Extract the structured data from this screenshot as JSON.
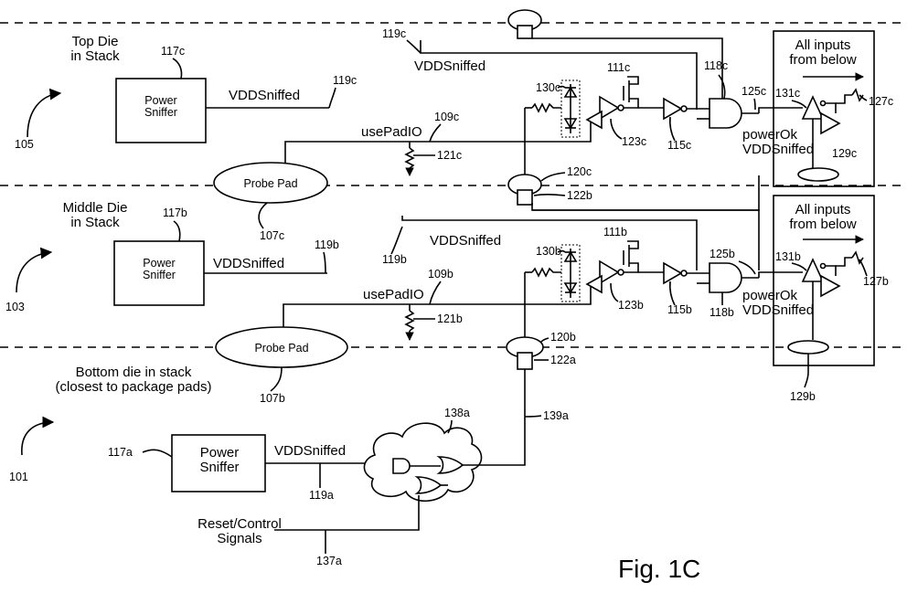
{
  "figure": {
    "title": "Fig. 1C"
  },
  "dies": {
    "top": {
      "name": "Top Die\nin Stack",
      "ref": "105",
      "sniffer": {
        "label": "Power\nSniffer",
        "ref": "117c",
        "out_label": "VDDSniffed",
        "out_ref": "119c"
      },
      "bus": {
        "label": "VDDSniffed",
        "ref": "119c"
      },
      "pad": {
        "label": "Probe Pad",
        "ref": "107c"
      },
      "use_pad": {
        "label": "usePadIO",
        "ref": "109c"
      },
      "pulldown_ref": "121c",
      "diode_ref": "130c",
      "buffer_ref": "123c",
      "transistor_ref": "111c",
      "inverter_ref": "115c",
      "and_ref": "118c",
      "and_out_ref": "125c",
      "and_out_label": "powerOk\nVDDSniffed",
      "box": {
        "label": "All inputs\nfrom below",
        "input_ref": "131c",
        "output_ref": "127c",
        "bump_ref": "129c"
      },
      "via_top_ref": "120c",
      "via_bottom_ref": "122b"
    },
    "middle": {
      "name": "Middle Die\nin Stack",
      "ref": "103",
      "sniffer": {
        "label": "Power\nSniffer",
        "ref": "117b",
        "out_label": "VDDSniffed",
        "out_ref": "119b"
      },
      "bus": {
        "label": "VDDSniffed",
        "ref": "119b"
      },
      "pad": {
        "label": "Probe Pad",
        "ref": "107b"
      },
      "use_pad": {
        "label": "usePadIO",
        "ref": "109b"
      },
      "pulldown_ref": "121b",
      "diode_ref": "130b",
      "buffer_ref": "123b",
      "transistor_ref": "111b",
      "inverter_ref": "115b",
      "and_ref": "118b",
      "and_out_ref": "125b",
      "and_out_label": "powerOk\nVDDSniffed",
      "box": {
        "label": "All inputs\nfrom below",
        "input_ref": "131b",
        "output_ref": "127b",
        "bump_ref": "129b"
      },
      "via_top_ref": "120b",
      "via_bottom_ref": "122a"
    },
    "bottom": {
      "name": "Bottom die in stack\n(closest to package pads)",
      "ref": "101",
      "sniffer": {
        "label": "Power\nSniffer",
        "ref": "117a",
        "out_label": "VDDSniffed",
        "out_ref": "119a"
      },
      "logic_ref": "138a",
      "logic_out_ref": "139a",
      "reset": {
        "label": "Reset/Control\nSignals",
        "ref": "137a"
      }
    }
  }
}
